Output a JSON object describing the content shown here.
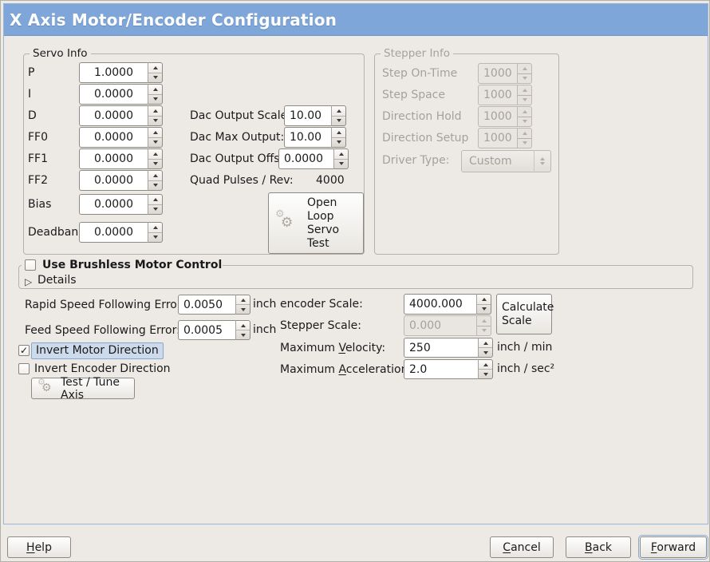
{
  "colors": {
    "titlebar_bg": "#7ea6d8",
    "window_bg": "#edeae6",
    "frame_border": "#9db5d4",
    "focus_highlight_bg": "#ccdaeb",
    "focus_highlight_border": "#85a7cd"
  },
  "titlebar": {
    "title": "X Axis Motor/Encoder Configuration"
  },
  "servo_info": {
    "title": "Servo Info",
    "rows": [
      {
        "label": "P",
        "value": "1.0000"
      },
      {
        "label": "I",
        "value": "0.0000"
      },
      {
        "label": "D",
        "value": "0.0000"
      },
      {
        "label": "FF0",
        "value": "0.0000"
      },
      {
        "label": "FF1",
        "value": "0.0000"
      },
      {
        "label": "FF2",
        "value": "0.0000"
      },
      {
        "label": "Bias",
        "value": "0.0000"
      },
      {
        "label": "Deadband",
        "value": "0.0000"
      }
    ]
  },
  "dac": {
    "scale_label": "Dac Output Scale:",
    "scale_value": "10.00",
    "max_label": "Dac Max Output:",
    "max_value": "10.00",
    "offset_label": "Dac Output Offset:",
    "offset_value": "0.0000",
    "quad_label": "Quad Pulses / Rev:",
    "quad_value": "4000"
  },
  "open_loop_button": {
    "label": "Open\nLoop\nServo\nTest"
  },
  "stepper_info": {
    "title": "Stepper Info",
    "rows": [
      {
        "label": "Step On-Time",
        "value": "1000"
      },
      {
        "label": "Step Space",
        "value": "1000"
      },
      {
        "label": "Direction Hold",
        "value": "1000"
      },
      {
        "label": "Direction Setup",
        "value": "1000"
      }
    ],
    "driver_type_label": "Driver Type:",
    "driver_type_value": "Custom"
  },
  "brushless": {
    "checkbox_label": "Use Brushless Motor Control",
    "checked": false,
    "details_label": "Details"
  },
  "following_error": {
    "rapid_label": "Rapid Speed Following Error:",
    "rapid_value": "0.0050",
    "rapid_unit": "inch",
    "feed_label": "Feed Speed Following Error:",
    "feed_value": "0.0005",
    "feed_unit": "inch"
  },
  "scaling": {
    "encoder_label": "encoder Scale:",
    "encoder_value": "4000.000",
    "stepper_label": "Stepper Scale:",
    "stepper_value": "0.000",
    "calculate_button": "Calculate\nScale",
    "velocity_label": "Maximum _Velocity:",
    "velocity_value": "250",
    "velocity_unit": "inch / min",
    "accel_label": "Maximum _Acceleration:",
    "accel_value": "2.0",
    "accel_unit": "inch / sec²"
  },
  "direction": {
    "invert_motor_label": "Invert Motor Direction",
    "invert_motor_checked": true,
    "invert_encoder_label": "Invert Encoder Direction",
    "invert_encoder_checked": false,
    "test_button": "Test / Tune Axis"
  },
  "actions": {
    "help": "_Help",
    "cancel": "_Cancel",
    "back": "_Back",
    "forward": "_Forward"
  }
}
